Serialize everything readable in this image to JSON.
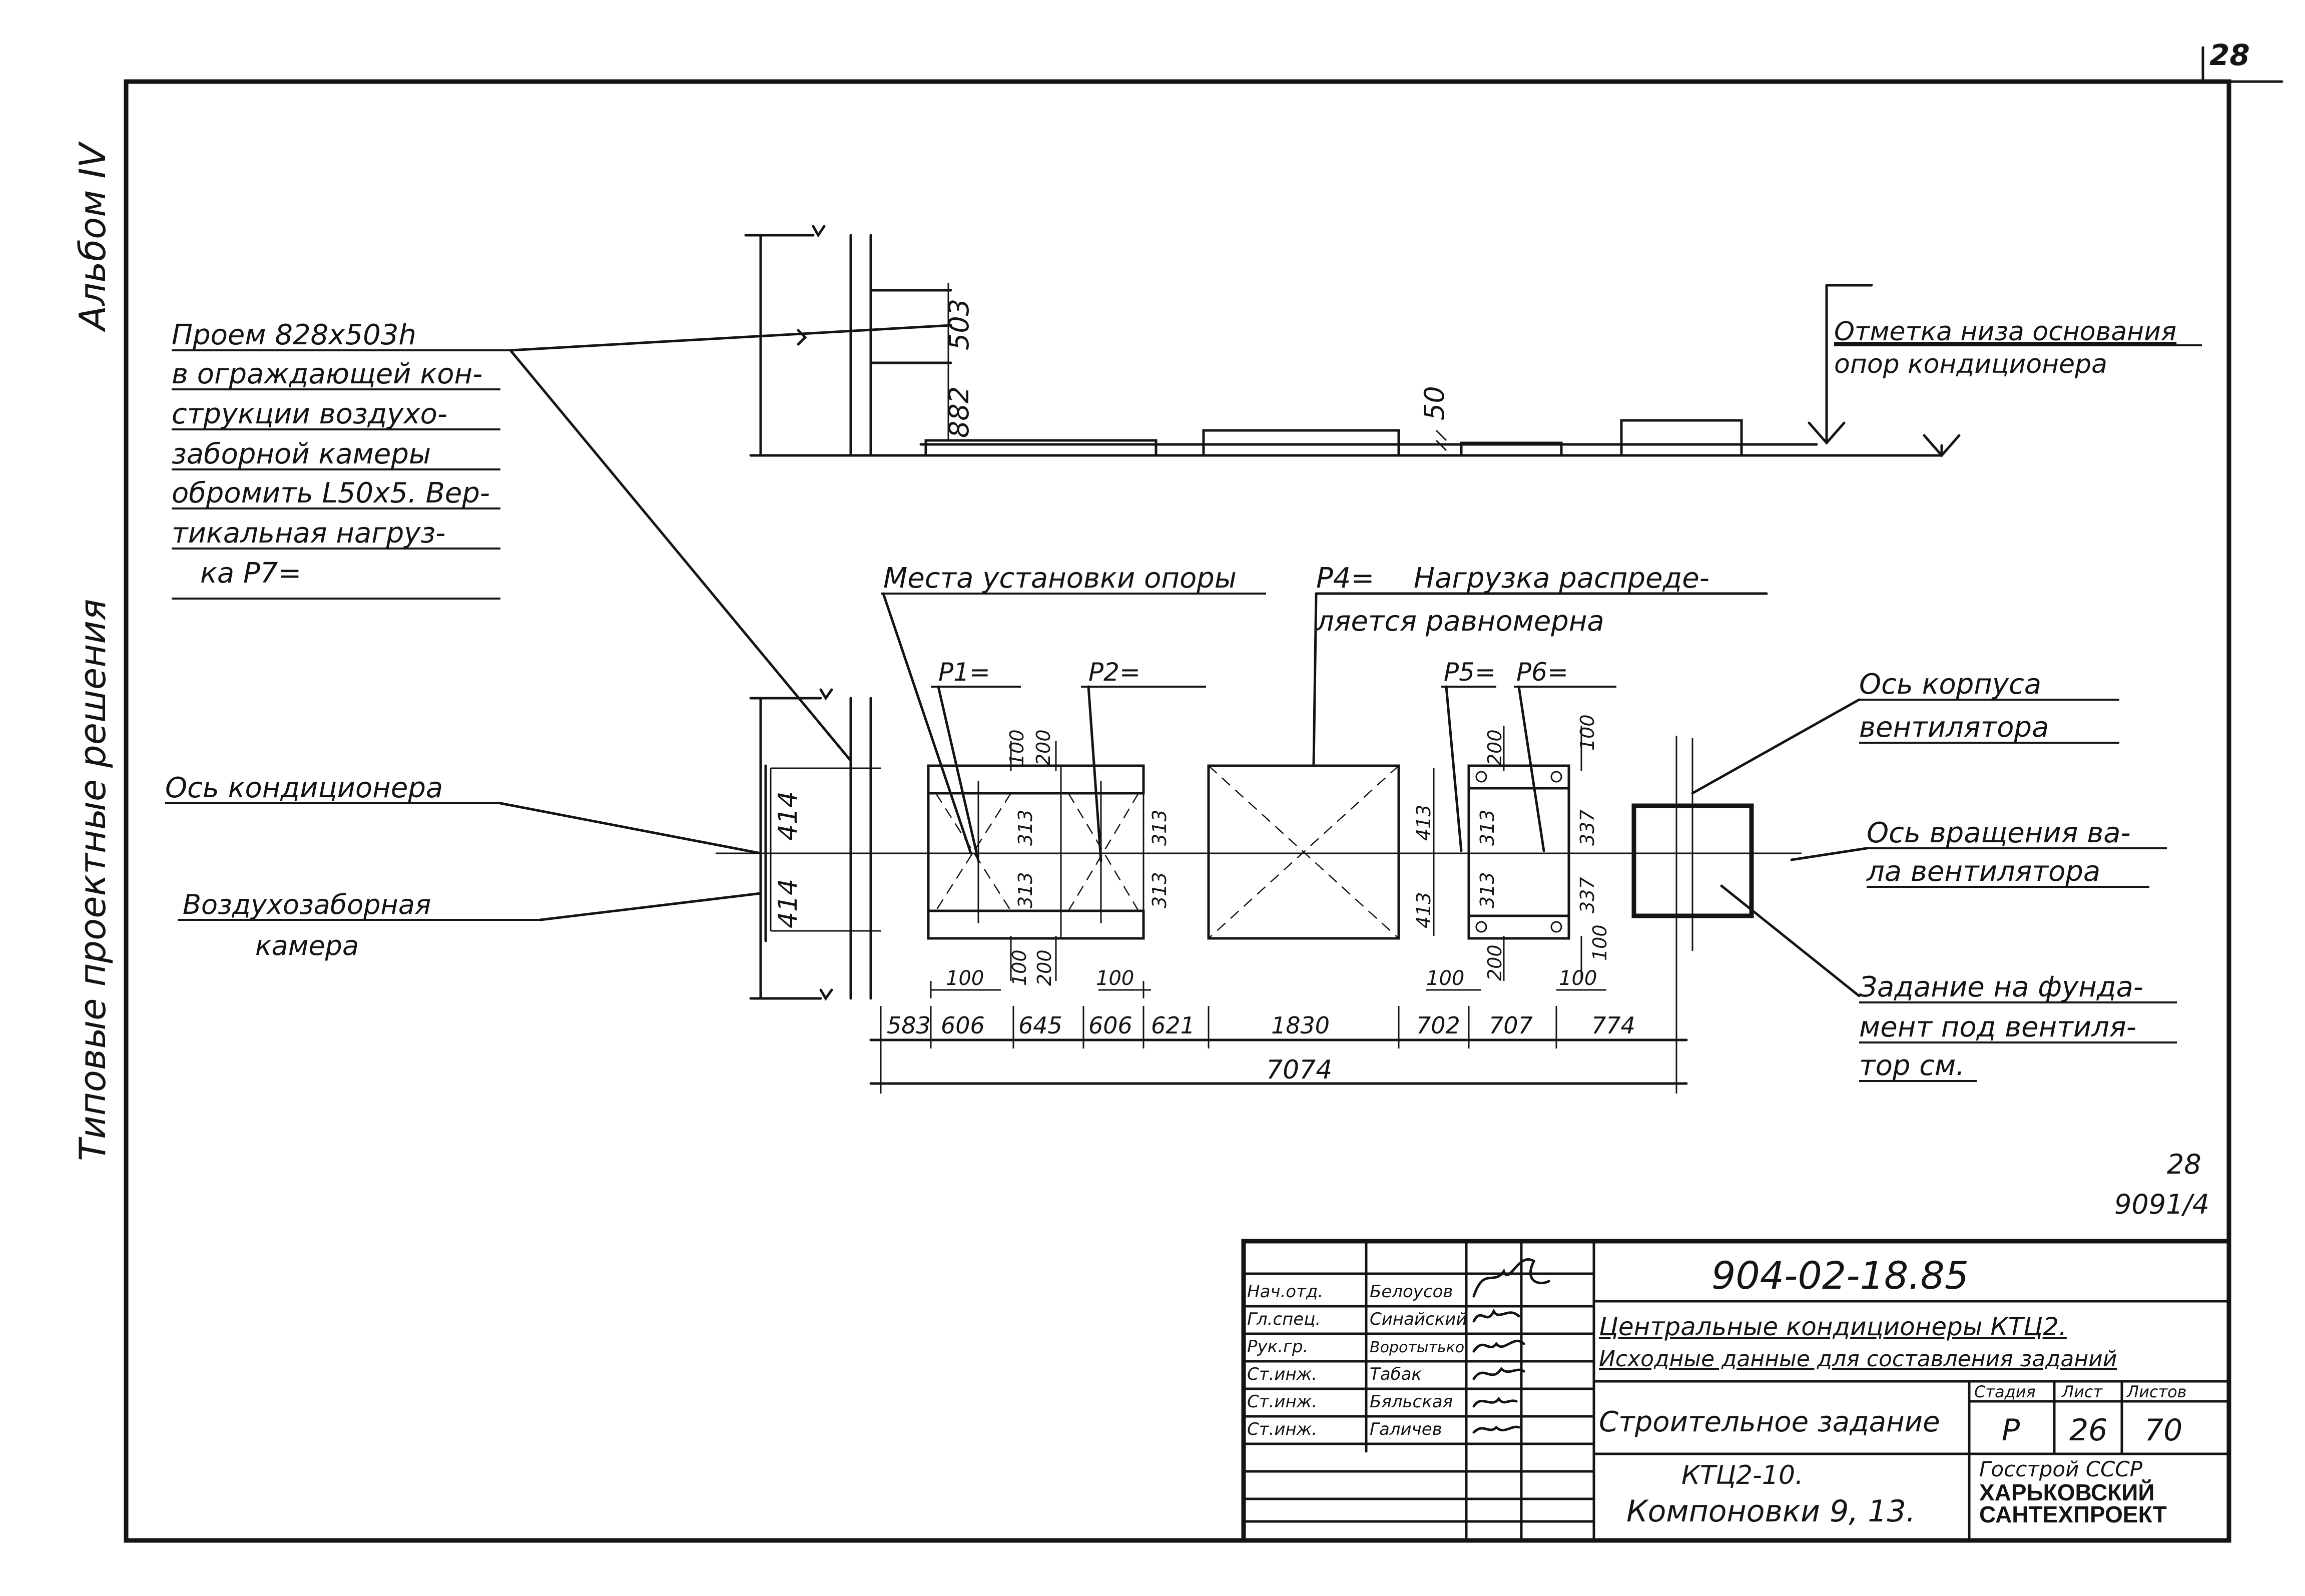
{
  "sheet": {
    "number": "28",
    "album": "Альбом IV",
    "series": "Типовые проектные решения",
    "ref_a": "28",
    "ref_b": "9091/4"
  },
  "elevation": {
    "dim_503": "503",
    "dim_882": "882",
    "dim_50": "50",
    "note_line1": "Отметка низа основания",
    "note_line2": "опор кондиционера"
  },
  "callouts": {
    "opening": [
      "Проем 828х503h",
      "в ограждающей кон-",
      "струкции воздухо-",
      "заборной камеры",
      "обромить L50х5. Вер-",
      "тикальная нагруз-",
      "ка Р7="
    ],
    "supports": "Места установки опоры",
    "p4_label": "Р4=",
    "p4_line1": "Нагрузка распреде-",
    "p4_line2": "ляется равномерна",
    "conditioner_axis": "Ось кондиционера",
    "intake_line1": "Воздухозаборная",
    "intake_line2": "камера",
    "fan_body_line1": "Ось корпуса",
    "fan_body_line2": "вентилятора",
    "fan_shaft_line1": "Ось вращения ва-",
    "fan_shaft_line2": "ла вентилятора",
    "foundation_line1": "Задание на фунда-",
    "foundation_line2": "мент под вентиля-",
    "foundation_line3": "тор см."
  },
  "plan": {
    "loads": [
      "Р1=",
      "Р2=",
      "Р5=",
      "Р6="
    ],
    "dims": {
      "d414a": "414",
      "d414b": "414",
      "d313": "313",
      "d413": "413",
      "d100": "100",
      "d200": "200",
      "d337": "337"
    },
    "segments": [
      "583",
      "606",
      "645",
      "606",
      "621",
      "1830",
      "702",
      "707",
      "774"
    ],
    "total": "7074"
  },
  "title_block": {
    "doc_code": "904-02-18.85",
    "title_line1": "Центральные кондиционеры КТЦ2.",
    "title_line2": "Исходные данные для составления заданий",
    "sheet_title": "Строительное задание",
    "stage_header": "Стадия",
    "sheet_header": "Лист",
    "sheets_header": "Листов",
    "stage": "Р",
    "sheet_no": "26",
    "sheets_total": "70",
    "layout_line1": "КТЦ2-10.",
    "layout_line2": "Компоновки 9, 13.",
    "org_line1": "Госстрой СССР",
    "org_line2": "ХАРЬКОВСКИЙ",
    "org_line3": "САНТЕХПРОЕКТ",
    "staff": [
      {
        "role": "Нач.отд.",
        "name": "Белоусов"
      },
      {
        "role": "Гл.спец.",
        "name": "Синайский"
      },
      {
        "role": "Рук.гр.",
        "name": "Воротытько"
      },
      {
        "role": "Ст.инж.",
        "name": "Табак"
      },
      {
        "role": "Ст.инж.",
        "name": "Бяльская"
      },
      {
        "role": "Ст.инж.",
        "name": "Галичев"
      }
    ]
  }
}
